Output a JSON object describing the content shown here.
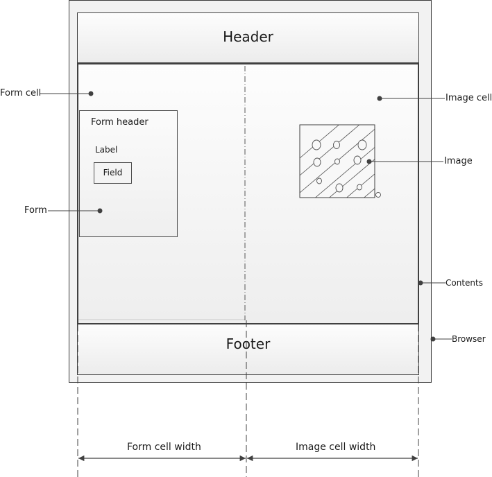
{
  "diagram": {
    "title": "Web page layout: form cell and image cell",
    "regions": {
      "browser": "Browser",
      "header": "Header",
      "footer": "Footer",
      "contents": "Contents"
    },
    "form": {
      "header": "Form header",
      "label": "Label",
      "field": "Field"
    },
    "callouts": {
      "form_cell": "Form cell",
      "form": "Form",
      "image_cell": "Image cell",
      "image": "Image",
      "contents": "Contents",
      "browser": "Browser"
    },
    "dimensions": {
      "form_cell_width": "Form cell width",
      "image_cell_width": "Image cell width"
    },
    "colors": {
      "line": "#404040",
      "fill_light": "#f2f2f2"
    }
  }
}
